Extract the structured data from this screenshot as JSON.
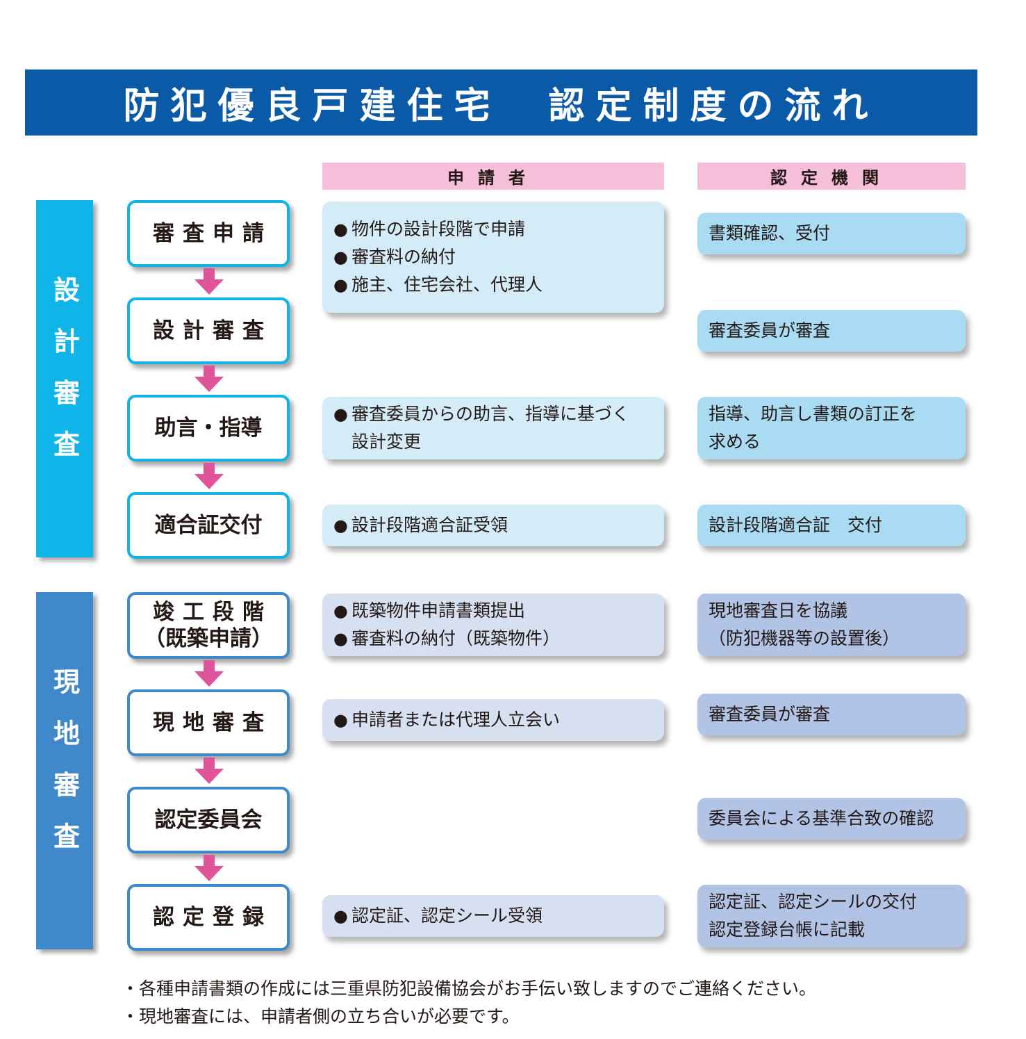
{
  "title": "防犯優良戸建住宅　認定制度の流れ",
  "columns": {
    "applicant": "申請者",
    "certifying_body": "認定機関"
  },
  "phases": {
    "design_review": "設計審査",
    "site_review": "現地審査"
  },
  "steps": [
    {
      "label": "審査申請"
    },
    {
      "label": "設計審査"
    },
    {
      "label": "助言・指導"
    },
    {
      "label": "適合証交付"
    },
    {
      "label_line1": "竣工段階",
      "label_line2": "（既築申請）"
    },
    {
      "label": "現地審査"
    },
    {
      "label": "認定委員会"
    },
    {
      "label": "認定登録"
    }
  ],
  "applicant_notes": {
    "application": [
      "物件の設計段階で申請",
      "審査料の納付",
      "施主、住宅会社、代理人"
    ],
    "advice": {
      "line1": "審査委員からの助言、指導に基づく",
      "line2": "設計変更"
    },
    "certificate": "設計段階適合証受領",
    "completion": [
      "既築物件申請書類提出",
      "審査料の納付（既築物件）"
    ],
    "site_review": "申請者または代理人立会い",
    "registration": "認定証、認定シール受領"
  },
  "body_notes": {
    "application": "書類確認、受付",
    "design_review": "審査委員が審査",
    "advice": [
      "指導、助言し書類の訂正を",
      "求める"
    ],
    "certificate": "設計段階適合証　交付",
    "completion": [
      "現地審査日を協議",
      "（防犯機器等の設置後）"
    ],
    "site_review": "審査委員が審査",
    "committee": "委員会による基準合致の確認",
    "registration": [
      "認定証、認定シールの交付",
      "認定登録台帳に記載"
    ]
  },
  "bullet_symbol": "●",
  "footnotes": [
    "・各種申請書類の作成には三重県防犯設備協会がお手伝い致しますのでご連絡ください。",
    "・現地審査には、申請者側の立ち合いが必要です。"
  ],
  "colors": {
    "title_bg": "#0a5aa8",
    "column_header_bg": "#f5bfd9",
    "design_phase": "#0fb4e8",
    "site_phase": "#3f88c9",
    "arrow": "#e0549a"
  }
}
